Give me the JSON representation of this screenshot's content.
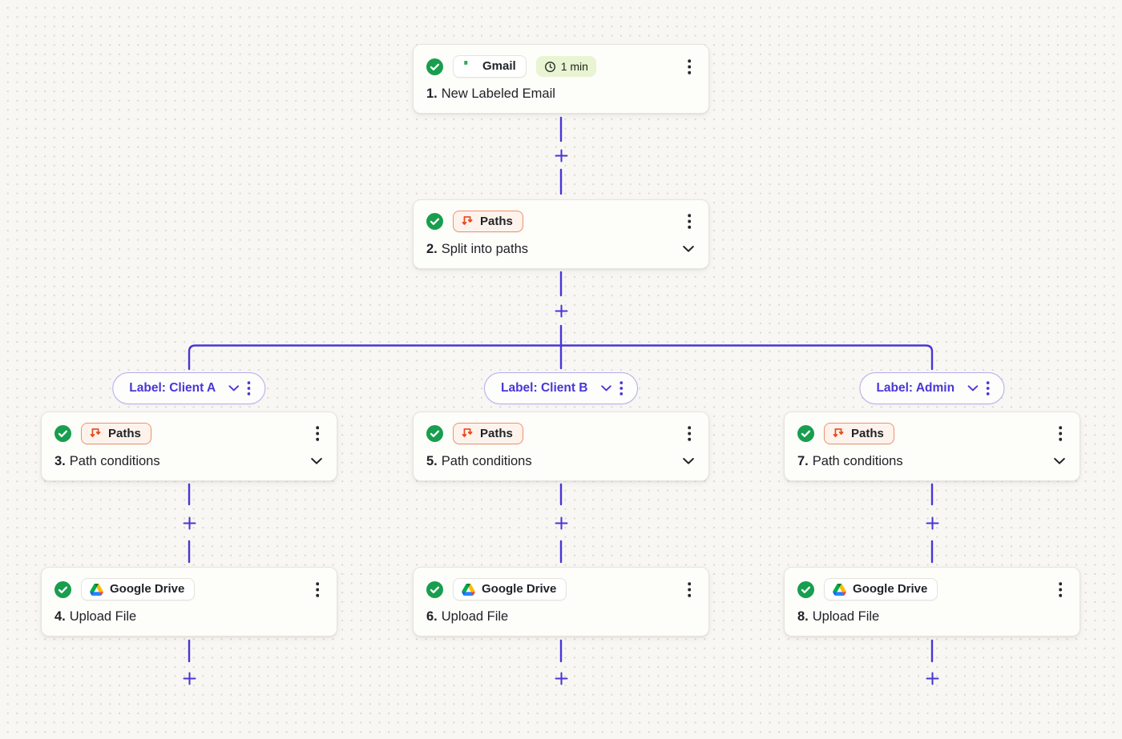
{
  "workflow": {
    "nodes": [
      {
        "step": "1.",
        "title": "New Labeled Email",
        "app": "Gmail",
        "app_icon": "gmail-icon",
        "timer": "1 min",
        "status": "success"
      },
      {
        "step": "2.",
        "title": "Split into paths",
        "app": "Paths",
        "app_icon": "paths-split-icon",
        "status": "success"
      },
      {
        "step": "3.",
        "title": "Path conditions",
        "app": "Paths",
        "app_icon": "paths-split-icon",
        "status": "success"
      },
      {
        "step": "4.",
        "title": "Upload File",
        "app": "Google Drive",
        "app_icon": "google-drive-icon",
        "status": "success"
      },
      {
        "step": "5.",
        "title": "Path conditions",
        "app": "Paths",
        "app_icon": "paths-split-icon",
        "status": "success"
      },
      {
        "step": "6.",
        "title": "Upload File",
        "app": "Google Drive",
        "app_icon": "google-drive-icon",
        "status": "success"
      },
      {
        "step": "7.",
        "title": "Path conditions",
        "app": "Paths",
        "app_icon": "paths-split-icon",
        "status": "success"
      },
      {
        "step": "8.",
        "title": "Upload File",
        "app": "Google Drive",
        "app_icon": "google-drive-icon",
        "status": "success"
      }
    ],
    "branches": [
      {
        "label": "Label: Client A"
      },
      {
        "label": "Label: Client B"
      },
      {
        "label": "Label: Admin"
      }
    ]
  },
  "icons": {
    "success": "check-circle-icon",
    "timer": "clock-icon",
    "menu": "kebab-menu-icon",
    "collapse": "chevron-down-icon",
    "add_step": "plus-icon"
  },
  "theme": {
    "canvas_bg": "#f8f7f3",
    "dot_grid": "#dbd7cd",
    "connector": "#4836d6",
    "branch_label_text": "#4936d8",
    "branch_pill_border": "#b4abef",
    "success_green": "#189e4e",
    "paths_orange": "#e8481c",
    "paths_badge_bg": "#fdf3ec",
    "timer_badge_bg": "#e9f4d2",
    "card_bg": "#fdfdfa"
  }
}
